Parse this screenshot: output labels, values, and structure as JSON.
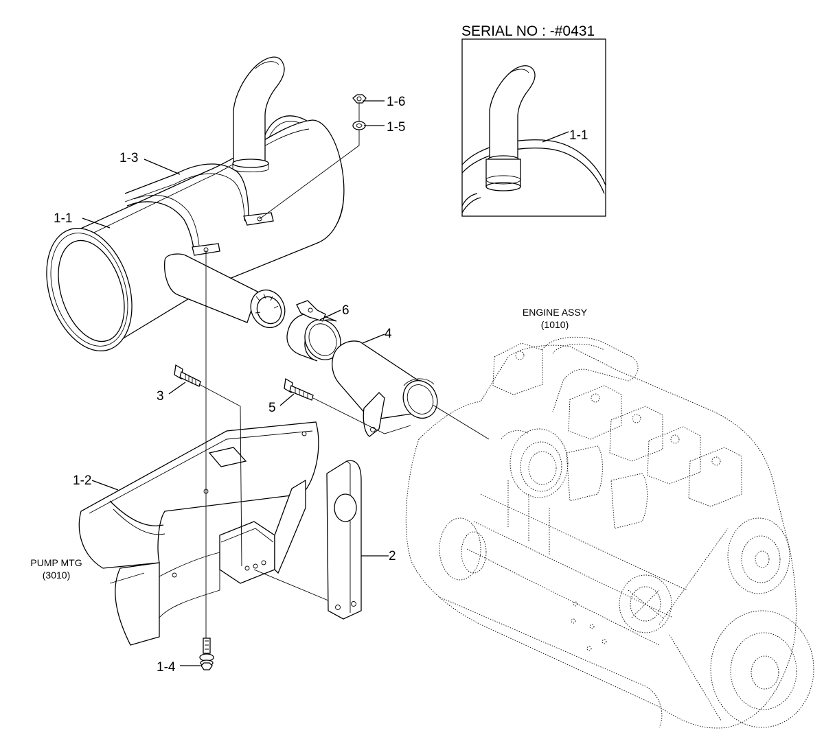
{
  "diagram": {
    "serial_box": {
      "title": "SERIAL NO : -#0431",
      "callout": "1-1"
    },
    "callouts": {
      "c_1_1": "1-1",
      "c_1_2": "1-2",
      "c_1_3": "1-3",
      "c_1_4": "1-4",
      "c_1_5": "1-5",
      "c_1_6": "1-6",
      "c_2": "2",
      "c_3": "3",
      "c_4": "4",
      "c_5": "5",
      "c_6": "6"
    },
    "refs": {
      "engine_title": "ENGINE ASSY",
      "engine_code": "(1010)",
      "pump_title": "PUMP MTG",
      "pump_code": "(3010)"
    }
  }
}
